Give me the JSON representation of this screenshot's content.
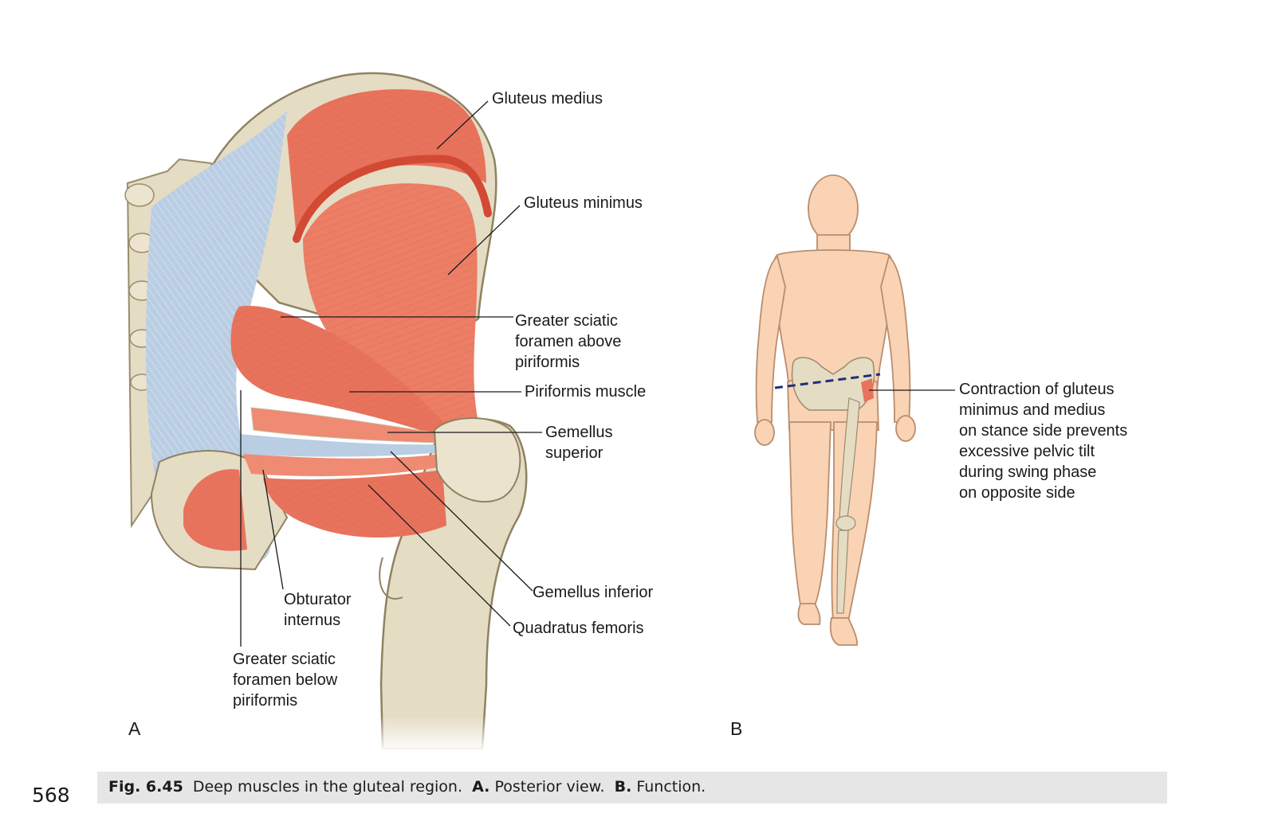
{
  "panels": {
    "a_letter": "A",
    "b_letter": "B"
  },
  "labels": {
    "gluteus_medius": "Gluteus medius",
    "gluteus_minimus": "Gluteus minimus",
    "gsf_above": "Greater sciatic\nforamen above\npiriformis",
    "piriformis": "Piriformis muscle",
    "gemellus_superior": "Gemellus\nsuperior",
    "gemellus_inferior": "Gemellus inferior",
    "quadratus_femoris": "Quadratus femoris",
    "obturator_internus": "Obturator\ninternus",
    "gsf_below": "Greater sciatic\nforamen below\npiriformis",
    "function_note": "Contraction of gluteus\nminimus and medius\non stance side prevents\nexcessive pelvic tilt\nduring swing phase\non opposite side"
  },
  "caption": {
    "fig_number": "Fig. 6.45",
    "text": "Deep muscles in the gluteal region.",
    "a_label": "A.",
    "a_text": "Posterior view.",
    "b_label": "B.",
    "b_text": "Function."
  },
  "page_number": "568",
  "colors": {
    "muscle": "#e8735c",
    "muscle_light": "#f19a85",
    "bone": "#e5dcc4",
    "bone_shadow": "#c9bd9e",
    "ligament": "#b9cde3",
    "skin": "#f9d3b3",
    "skin_outline": "#b88e6f",
    "dashed_line": "#1f2f7a",
    "caption_bg": "#e6e6e6"
  }
}
